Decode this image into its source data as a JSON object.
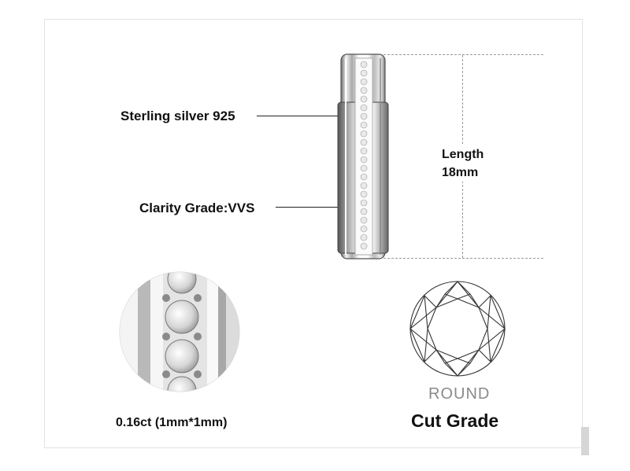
{
  "labels": {
    "material": "Sterling silver 925",
    "clarity": "Clarity Grade:VVS"
  },
  "dimension": {
    "title": "Length",
    "value": "18mm"
  },
  "cut": {
    "shape": "ROUND",
    "title": "Cut Grade"
  },
  "stone": {
    "weight": "0.16ct (1mm*1mm)"
  },
  "colors": {
    "text": "#111111",
    "muted": "#8a8a8a",
    "silver": "#c8c8c8",
    "border": "#e2e2e2"
  },
  "icons": [
    "ring-image",
    "stone-closeup-image",
    "round-diamond-diagram-icon"
  ]
}
